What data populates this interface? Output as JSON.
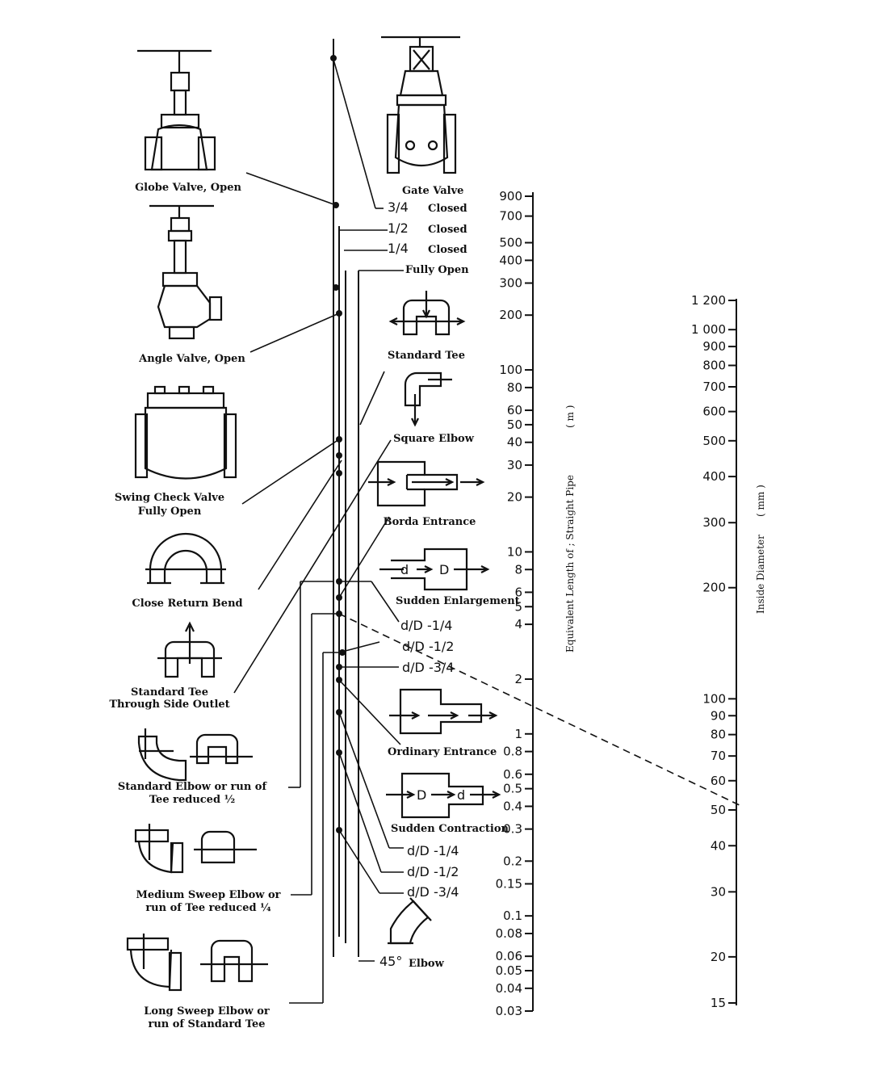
{
  "fittings_left": {
    "globe": "Globe Valve, Open",
    "angle": "Angle Valve, Open",
    "swing_1": "Swing Check Valve",
    "swing_2": "Fully Open",
    "return_bend": "Close Return Bend",
    "tee_side_1": "Standard Tee",
    "tee_side_2": "Through Side Outlet",
    "std_elbow_1": "Standard Elbow or run of",
    "std_elbow_2": "Tee reduced ½",
    "med_elbow_1": "Medium Sweep Elbow or",
    "med_elbow_2": "run of Tee reduced ¼",
    "long_elbow_1": "Long Sweep Elbow or",
    "long_elbow_2": "run of Standard Tee"
  },
  "fittings_right": {
    "gate": "Gate Valve",
    "gate_34_frac": "3/4",
    "gate_34": "Closed",
    "gate_12_frac": "1/2",
    "gate_12": "Closed",
    "gate_14_frac": "1/4",
    "gate_14": "Closed",
    "gate_open": "Fully Open",
    "std_tee": "Standard Tee",
    "sq_elbow": "Square Elbow",
    "borda": "Borda Entrance",
    "sudden_enl": "Sudden Enlargement",
    "enl_14": "d/D -1/4",
    "enl_12": "d/D -1/2",
    "enl_34": "d/D -3/4",
    "ordinary": "Ordinary Entrance",
    "sudden_con": "Sudden Contraction",
    "con_14": "d/D -1/4",
    "con_12": "d/D -1/2",
    "con_34": "d/D -3/4",
    "elbow45_deg": "45°",
    "elbow45": "Elbow",
    "icon_d": "d",
    "icon_D": "D"
  },
  "length_scale": {
    "title": "Equivalent Length of ; Straight Pipe",
    "unit": "( m )",
    "ticks": [
      "900",
      "700",
      "500",
      "400",
      "300",
      "200",
      "100",
      "80",
      "60",
      "50",
      "40",
      "30",
      "20",
      "10",
      "8",
      "6",
      "5",
      "4",
      "2",
      "1",
      "0.8",
      "0.6",
      "0.5",
      "0.4",
      "0.3",
      "0.2",
      "0.15",
      "0.1",
      "0.08",
      "0.06",
      "0.05",
      "0.04",
      "0.03"
    ]
  },
  "diameter_scale": {
    "title": "Inside Diameter",
    "unit": "( mm )",
    "ticks": [
      "1 200",
      "1 000",
      "900",
      "800",
      "700",
      "600",
      "500",
      "400",
      "300",
      "200",
      "100",
      "90",
      "80",
      "70",
      "60",
      "50",
      "40",
      "30",
      "20",
      "15"
    ]
  }
}
